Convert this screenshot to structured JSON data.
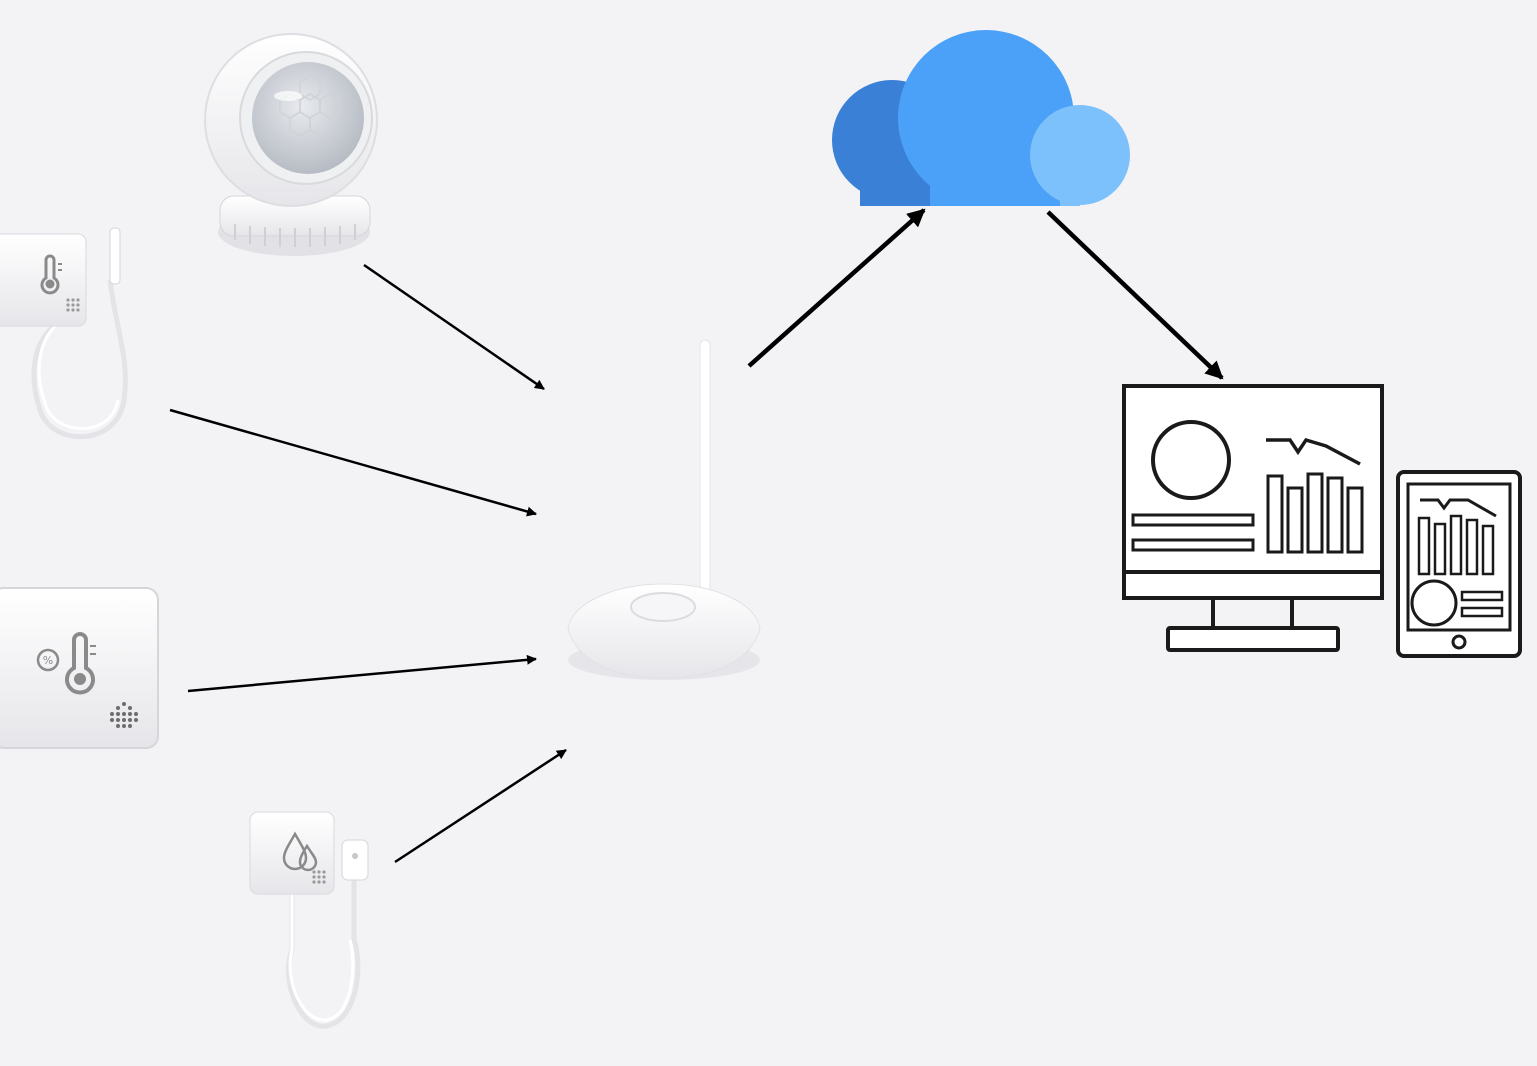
{
  "colors": {
    "background": "#f3f3f5",
    "device_body": "#ffffff",
    "device_shade": "#dcdce0",
    "icon_gray": "#8a8a8a",
    "arrow": "#000000",
    "cloud_dark": "#3a80d6",
    "cloud_mid": "#4aa1f7",
    "cloud_light": "#7cc0fc",
    "dashboard_line": "#1a1a1a"
  },
  "nodes": {
    "motion_sensor": {
      "icon": "pir-motion-sensor-icon"
    },
    "probe_temp_sensor": {
      "icon": "thermometer-icon"
    },
    "temp_humidity_sensor": {
      "icon": "thermometer-humidity-icon"
    },
    "water_leak_sensor": {
      "icon": "water-drops-icon"
    },
    "gateway": {
      "icon": "antenna-gateway-icon"
    },
    "cloud": {
      "icon": "cloud-icon"
    },
    "dashboard_monitor": {
      "icon": "desktop-dashboard-icon"
    },
    "dashboard_tablet": {
      "icon": "tablet-dashboard-icon"
    }
  },
  "edges": [
    {
      "from": "motion_sensor",
      "to": "gateway"
    },
    {
      "from": "probe_temp_sensor",
      "to": "gateway"
    },
    {
      "from": "temp_humidity_sensor",
      "to": "gateway"
    },
    {
      "from": "water_leak_sensor",
      "to": "gateway"
    },
    {
      "from": "gateway",
      "to": "cloud"
    },
    {
      "from": "cloud",
      "to": "dashboard_monitor"
    }
  ]
}
